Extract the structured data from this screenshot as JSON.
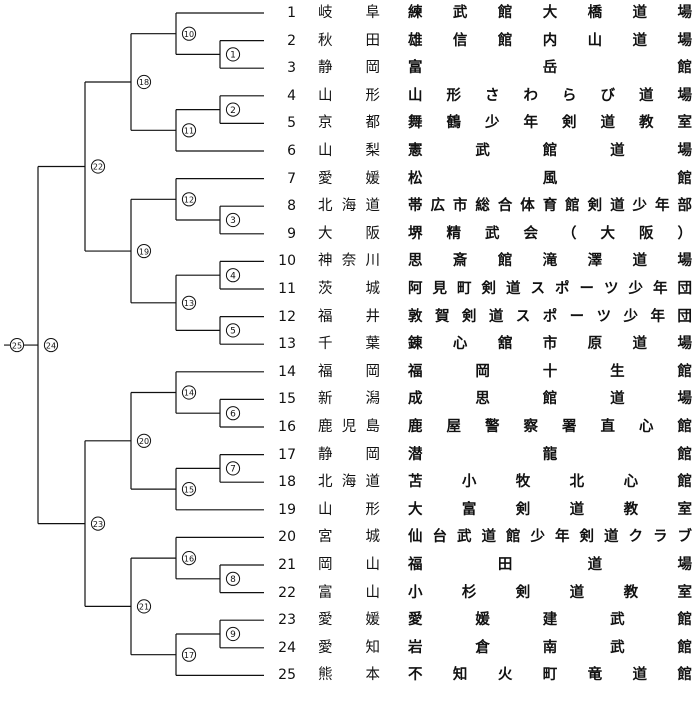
{
  "entries": [
    {
      "no": "1",
      "prefecture": "岐阜",
      "team": "練武館大橋道場"
    },
    {
      "no": "2",
      "prefecture": "秋田",
      "team": "雄信館内山道場"
    },
    {
      "no": "3",
      "prefecture": "静岡",
      "team": "富岳館"
    },
    {
      "no": "4",
      "prefecture": "山形",
      "team": "山形さわらび道場"
    },
    {
      "no": "5",
      "prefecture": "京都",
      "team": "舞鶴少年剣道教室"
    },
    {
      "no": "6",
      "prefecture": "山梨",
      "team": "憲武館道場"
    },
    {
      "no": "7",
      "prefecture": "愛媛",
      "team": "松風館"
    },
    {
      "no": "8",
      "prefecture": "北海道",
      "team": "帯広市総合体育館剣道少年部"
    },
    {
      "no": "9",
      "prefecture": "大阪",
      "team": "堺精武会（大阪）"
    },
    {
      "no": "10",
      "prefecture": "神奈川",
      "team": "思斎館滝澤道場"
    },
    {
      "no": "11",
      "prefecture": "茨城",
      "team": "阿見町剣道スポーツ少年団"
    },
    {
      "no": "12",
      "prefecture": "福井",
      "team": "敦賀剣道スポーツ少年団"
    },
    {
      "no": "13",
      "prefecture": "千葉",
      "team": "錬心舘市原道場"
    },
    {
      "no": "14",
      "prefecture": "福岡",
      "team": "福岡十生館"
    },
    {
      "no": "15",
      "prefecture": "新潟",
      "team": "成思館道場"
    },
    {
      "no": "16",
      "prefecture": "鹿児島",
      "team": "鹿屋警察署直心館"
    },
    {
      "no": "17",
      "prefecture": "静岡",
      "team": "潜龍館"
    },
    {
      "no": "18",
      "prefecture": "北海道",
      "team": "苫小牧北心館"
    },
    {
      "no": "19",
      "prefecture": "山形",
      "team": "大富剣道教室"
    },
    {
      "no": "20",
      "prefecture": "宮城",
      "team": "仙台武道館少年剣道クラブ"
    },
    {
      "no": "21",
      "prefecture": "岡山",
      "team": "福田道場"
    },
    {
      "no": "22",
      "prefecture": "富山",
      "team": "小杉剣道教室"
    },
    {
      "no": "23",
      "prefecture": "愛媛",
      "team": "愛媛建武館"
    },
    {
      "no": "24",
      "prefecture": "愛知",
      "team": "岩倉南武館"
    },
    {
      "no": "25",
      "prefecture": "熊本",
      "team": "不知火町竜道館"
    }
  ],
  "matches": [
    {
      "label": "1",
      "a": 1,
      "b": 2
    },
    {
      "label": "2",
      "a": 3,
      "b": 4
    },
    {
      "label": "3",
      "a": 7,
      "b": 8
    },
    {
      "label": "4",
      "a": 9,
      "b": 10
    },
    {
      "label": "5",
      "a": 11,
      "b": 12
    },
    {
      "label": "6",
      "a": 14,
      "b": 15
    },
    {
      "label": "7",
      "a": 16,
      "b": 17
    },
    {
      "label": "8",
      "a": 20,
      "b": 21
    },
    {
      "label": "9",
      "a": 22,
      "b": 23
    },
    {
      "label": "10",
      "a": 0,
      "b": "m1"
    },
    {
      "label": "11",
      "a": "m2",
      "b": 5
    },
    {
      "label": "12",
      "a": 6,
      "b": "m3"
    },
    {
      "label": "13",
      "a": "m4",
      "b": "m5"
    },
    {
      "label": "14",
      "a": 13,
      "b": "m6"
    },
    {
      "label": "15",
      "a": "m7",
      "b": 18
    },
    {
      "label": "16",
      "a": 19,
      "b": "m8"
    },
    {
      "label": "17",
      "a": "m9",
      "b": 24
    },
    {
      "label": "18",
      "a": "m10",
      "b": "m11"
    },
    {
      "label": "19",
      "a": "m12",
      "b": "m13"
    },
    {
      "label": "20",
      "a": "m14",
      "b": "m15"
    },
    {
      "label": "21",
      "a": "m16",
      "b": "m17"
    },
    {
      "label": "22",
      "a": "m18",
      "b": "m19"
    },
    {
      "label": "23",
      "a": "m20",
      "b": "m21"
    },
    {
      "label": "24",
      "a": "m22",
      "b": "m23"
    },
    {
      "label": "25",
      "a": "m24",
      "b": null
    }
  ]
}
